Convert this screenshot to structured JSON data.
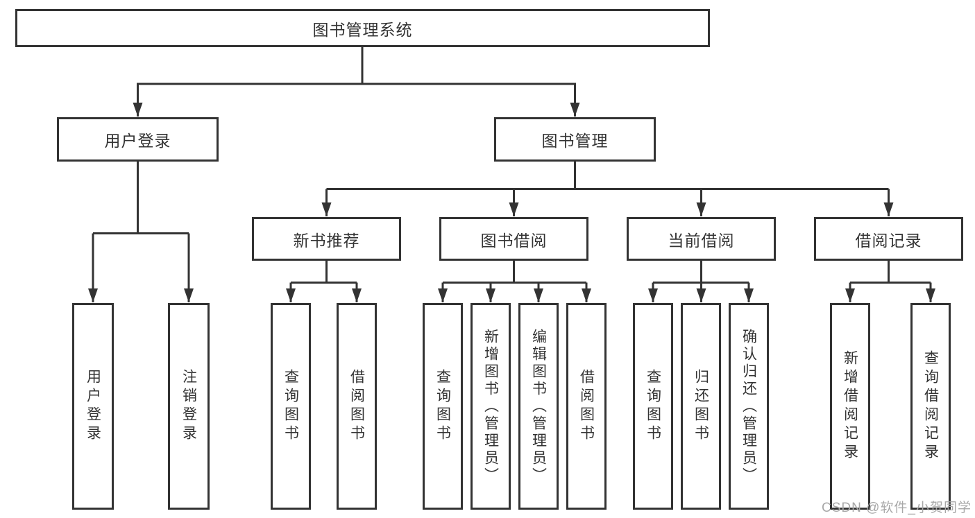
{
  "diagram": {
    "nodes": {
      "root": "图书管理系统",
      "user_login": "用户登录",
      "book_management": "图书管理",
      "new_book_recommend": "新书推荐",
      "book_borrow": "图书借阅",
      "current_borrow": "当前借阅",
      "borrow_record": "借阅记录",
      "ul_user_login": "用户登录",
      "ul_logout": "注销登录",
      "nb_query_book": "查询图书",
      "nb_borrow_book": "借阅图书",
      "bb_query_book": "查询图书",
      "bb_add_book": "新增图书（管理员）",
      "bb_edit_book": "编辑图书（管理员）",
      "bb_borrow_book": "借阅图书",
      "cb_query_book": "查询图书",
      "cb_return_book": "归还图书",
      "cb_confirm_return": "确认归还（管理员）",
      "br_add_record": "新增借阅记录",
      "br_query_record": "查询借阅记录"
    },
    "hierarchy": {
      "图书管理系统": {
        "用户登录": [
          "用户登录",
          "注销登录"
        ],
        "图书管理": {
          "新书推荐": [
            "查询图书",
            "借阅图书"
          ],
          "图书借阅": [
            "查询图书",
            "新增图书（管理员）",
            "编辑图书（管理员）",
            "借阅图书"
          ],
          "当前借阅": [
            "查询图书",
            "归还图书",
            "确认归还（管理员）"
          ],
          "借阅记录": [
            "新增借阅记录",
            "查询借阅记录"
          ]
        }
      }
    },
    "colors": {
      "line": "#333333",
      "box_border": "#333333",
      "text": "#333333",
      "background": "#ffffff",
      "watermark": "#a8a8a8"
    }
  },
  "watermark": {
    "text": "CSDN @软件_小贺同学"
  }
}
